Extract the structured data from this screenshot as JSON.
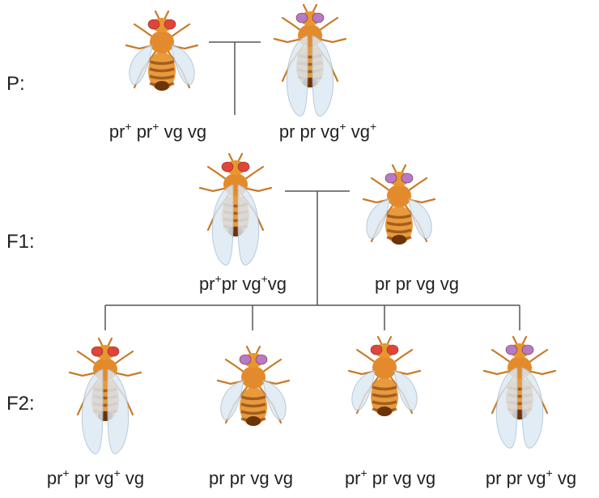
{
  "generations": {
    "p": "P:",
    "f1": "F1:",
    "f2": "F2:"
  },
  "genotypes": {
    "p_left": [
      {
        "t": "pr",
        "s": "+"
      },
      {
        "t": " pr",
        "s": "+"
      },
      {
        "t": " vg vg",
        "s": ""
      }
    ],
    "p_right": [
      {
        "t": "pr pr vg",
        "s": "+"
      },
      {
        "t": " vg",
        "s": "+"
      }
    ],
    "f1_left": [
      {
        "t": "pr",
        "s": "+"
      },
      {
        "t": "pr vg",
        "s": "+"
      },
      {
        "t": "vg",
        "s": ""
      }
    ],
    "f1_right": [
      {
        "t": "pr pr vg vg",
        "s": ""
      }
    ],
    "f2_1": [
      {
        "t": "pr",
        "s": "+"
      },
      {
        "t": " pr vg",
        "s": "+"
      },
      {
        "t": " vg",
        "s": ""
      }
    ],
    "f2_2": [
      {
        "t": "pr pr vg vg",
        "s": ""
      }
    ],
    "f2_3": [
      {
        "t": "pr",
        "s": "+"
      },
      {
        "t": " pr vg vg",
        "s": ""
      }
    ],
    "f2_4": [
      {
        "t": "pr pr vg",
        "s": "+"
      },
      {
        "t": " vg",
        "s": ""
      }
    ]
  },
  "flies": [
    {
      "id": "p-left-fly",
      "eye": "red",
      "wings": "vestigial"
    },
    {
      "id": "p-right-fly",
      "eye": "purple",
      "wings": "normal"
    },
    {
      "id": "f1-left-fly",
      "eye": "red",
      "wings": "normal"
    },
    {
      "id": "f1-right-fly",
      "eye": "purple",
      "wings": "vestigial"
    },
    {
      "id": "f2-fly-1",
      "eye": "red",
      "wings": "normal"
    },
    {
      "id": "f2-fly-2",
      "eye": "purple",
      "wings": "vestigial"
    },
    {
      "id": "f2-fly-3",
      "eye": "red",
      "wings": "vestigial"
    },
    {
      "id": "f2-fly-4",
      "eye": "purple",
      "wings": "normal"
    }
  ],
  "colors": {
    "body": "#e89a3c",
    "abdomen_stripe": "#8a4a14",
    "red_eye": "#e0453a",
    "purple_eye": "#b57ac8",
    "wing": "#dce8f3",
    "line": "#555555"
  }
}
